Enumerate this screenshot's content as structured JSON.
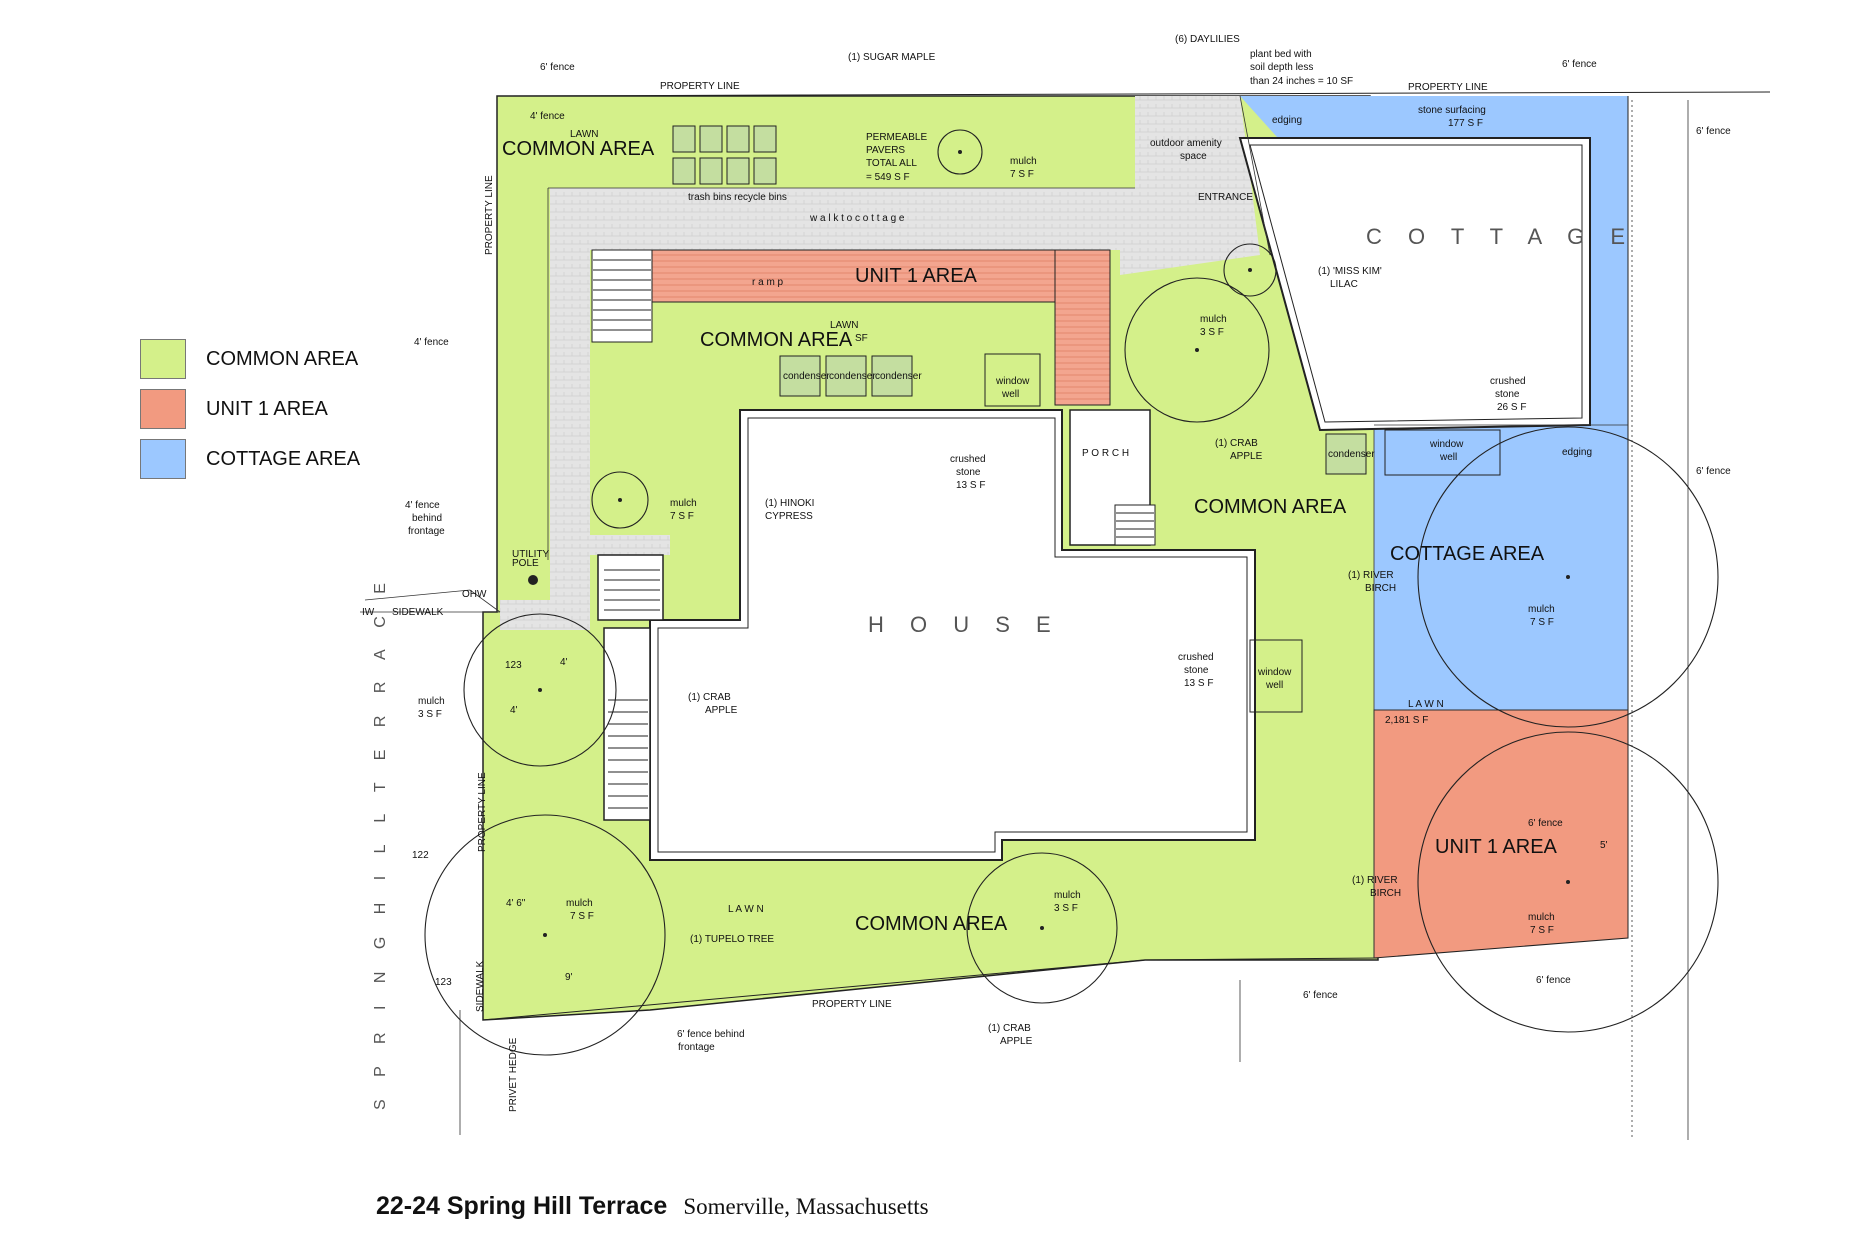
{
  "colors": {
    "common": "#d4f08a",
    "unit1": "#f29a80",
    "cottage": "#9cc8ff",
    "paving": "#e2e2e2",
    "outline": "#222222"
  },
  "legend": [
    {
      "label": "COMMON AREA",
      "color": "#d4f08a"
    },
    {
      "label": "UNIT 1 AREA",
      "color": "#f29a80"
    },
    {
      "label": "COTTAGE AREA",
      "color": "#9cc8ff"
    }
  ],
  "buildings": {
    "house": "H O U S E",
    "cottage": "C O T T A G E"
  },
  "areas": {
    "common_nw": "COMMON AREA",
    "unit1_top": "UNIT 1 AREA",
    "common_center": "COMMON AREA",
    "common_east": "COMMON AREA",
    "cottage_area": "COTTAGE AREA",
    "unit1_se": "UNIT 1 AREA",
    "common_south": "COMMON AREA"
  },
  "street": "S P R I N G   H I L L   T E R R A C E",
  "notes": {
    "fence6_nw": "6' fence",
    "property_line_n": "PROPERTY LINE",
    "sugar_maple": "(1) SUGAR MAPLE",
    "daylilies": "(6) DAYLILIES",
    "plant_bed_1": "plant bed with",
    "plant_bed_2": "soil depth less",
    "plant_bed_3": "than 24 inches = 10 SF",
    "fence6_ne": "6' fence",
    "property_line_ne": "PROPERTY LINE",
    "fence4_top": "4' fence",
    "lawn_nw": "LAWN",
    "permeable_1": "PERMEABLE",
    "permeable_2": "PAVERS",
    "permeable_3": "TOTAL ALL",
    "permeable_4": "= 549 S F",
    "mulch_maple": "mulch",
    "mulch_maple_sf": "7 S F",
    "outdoor_1": "outdoor amenity",
    "outdoor_2": "space",
    "edging_n": "edging",
    "stone_1": "stone surfacing",
    "stone_2": "177 S F",
    "fence6_east": "6' fence",
    "property_line_w": "PROPERTY LINE",
    "trash": "trash bins recycle bins",
    "walk": "w a l k   t o   c o t t a g e",
    "entrance": "ENTRANCE",
    "lilac_1": "(1) 'MISS KIM'",
    "lilac_2": "LILAC",
    "ramp": "r a m p",
    "lawn_center": "LAWN",
    "lawn_center_sf": "SF",
    "fence4_w": "4' fence",
    "mulch_crab": "mulch",
    "mulch_crab_sf": "3 S F",
    "condenser": "condenser",
    "window_well": "window",
    "window_well_2": "well",
    "crushed_1": "crushed",
    "crushed_1b": "stone",
    "crushed_1c": "26 S F",
    "porch": "P O R C H",
    "crushed_2": "crushed",
    "crushed_2b": "stone",
    "crushed_2c": "13 S F",
    "crab_ne_1": "(1) CRAB",
    "crab_ne_2": "APPLE",
    "edging_e": "edging",
    "fence6_e2": "6' fence",
    "hinoki_1": "(1) HINOKI",
    "hinoki_2": "CYPRESS",
    "mulch_hinoki": "mulch",
    "mulch_hinoki_sf": "7 S F",
    "fence4_frontage_1": "4' fence",
    "fence4_frontage_2": "behind",
    "fence4_frontage_3": "frontage",
    "utility_1": "UTILITY",
    "utility_2": "POLE",
    "ohw": "OHW",
    "iw": "IW",
    "sidewalk_top": "SIDEWALK",
    "river_birch_1": "(1) RIVER",
    "river_birch_2": "BIRCH",
    "mulch_birch": "mulch",
    "mulch_birch_sf": "7 S F",
    "crushed_3": "crushed",
    "crushed_3b": "stone",
    "crushed_3c": "13 S F",
    "window_well_3": "window",
    "window_well_3b": "well",
    "mulch_sw": "mulch",
    "mulch_sw_sf": "3 S F",
    "crab_w_1": "(1) CRAB",
    "crab_w_2": "APPLE",
    "dim_4": "4'",
    "dim_4b": "4'",
    "lawn_east": "L A W N",
    "lawn_east_sf": "2,181 S F",
    "property_line_sw": "PROPERTY LINE",
    "fence6_se_inner": "6' fence",
    "river_birch_se_1": "(1) RIVER",
    "river_birch_se_2": "BIRCH",
    "mulch_se": "mulch",
    "mulch_se_sf": "7 S F",
    "dim_5": "5'",
    "dim_6": "4' 6\"",
    "mulch_tupelo": "mulch",
    "mulch_tupelo_sf": "7 S F",
    "tupelo": "(1) TUPELO TREE",
    "lawn_south": "L A W N",
    "mulch_s": "mulch",
    "mulch_s_sf": "3 S F",
    "dim_9": "9'",
    "property_line_s": "PROPERTY LINE",
    "fence6_s": "6' fence",
    "fence6_se": "6' fence",
    "sidewalk_left": "SIDEWALK",
    "fence6_frontage_1": "6' fence behind",
    "fence6_frontage_2": "frontage",
    "crab_s_1": "(1) CRAB",
    "crab_s_2": "APPLE",
    "privet": "PRIVET HEDGE",
    "contour_122": "122",
    "contour_123a": "123",
    "contour_123b": "123"
  },
  "caption": {
    "title": "22-24 Spring Hill Terrace",
    "subtitle": "Somerville, Massachusetts"
  }
}
